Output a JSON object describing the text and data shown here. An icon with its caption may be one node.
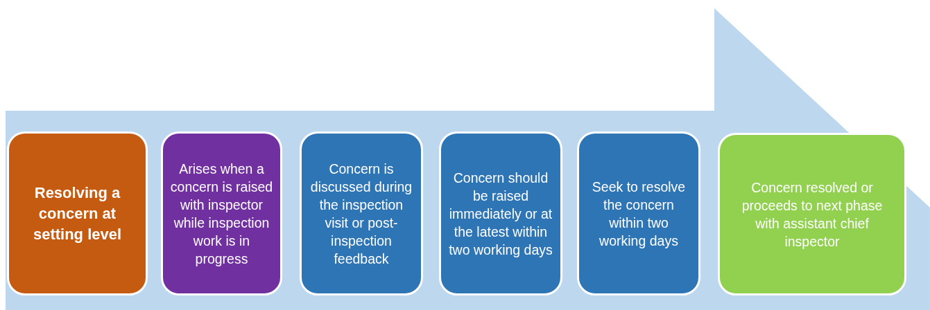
{
  "diagram": {
    "nodes": [
      {
        "text": [
          "Resolving a concern at setting level"
        ]
      },
      {
        "text": [
          "Arises when a concern is raised with inspector while inspection work is in progress"
        ]
      },
      {
        "text": [
          "Concern is discussed during the inspection visit or post-inspection feedback"
        ]
      },
      {
        "text": [
          "Concern should be raised immediately or at the latest within two working days"
        ]
      },
      {
        "text": [
          "Seek to resolve the concern within two working days"
        ]
      },
      {
        "text": [
          "Concern resolved or proceeds to next phase with assistant chief inspector"
        ]
      }
    ]
  }
}
